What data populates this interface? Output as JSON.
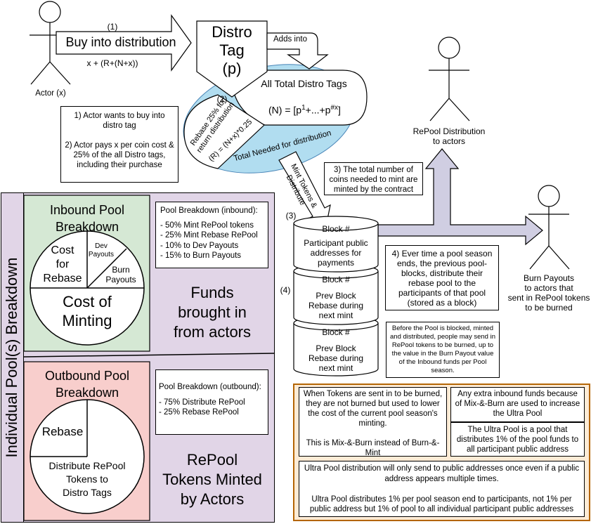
{
  "actor": {
    "label": "Actor (x)",
    "step1": "(1)",
    "buy_arrow_label": "Buy into distribution",
    "formula": "x + (R+(N+x))"
  },
  "distro_tag": {
    "title": "Distro\nTag\n(p)",
    "adds_into": "Adds into"
  },
  "total_tags": {
    "title": "All Total Distro Tags",
    "formula_prefix": "(N) = [p",
    "sup1": "1",
    "formula_mid": "+...+p",
    "sup2": "#x",
    "formula_suffix": "]"
  },
  "rebase": {
    "step2": "(2)",
    "label": "Rebase 25% for\nreturn distribution",
    "formula": "(R) = (N+x)*0.25",
    "total_needed": "Total Needed for distribution"
  },
  "note_steps_1_2": "1)  Actor wants to buy into distro tag\n\n2)  Actor pays x per coin cost & 25% of the all Distro tags, including their purchase",
  "mint_arrow_label": "Mint Tokens &\nDistribute",
  "note_step_3": "3)  The total number of coins needed to mint are minted by the contract",
  "blocks": {
    "step3": "(3)",
    "step4": "(4)",
    "items": [
      {
        "header": "Block #",
        "body": "Participant public addresses for payments"
      },
      {
        "header": "Block #",
        "body": "Prev Block Rebase during next mint"
      },
      {
        "header": "Block #",
        "body": "Prev Block Rebase during next mint"
      }
    ]
  },
  "repool_actor": "RePool Distribution\nto actors",
  "burn_actor": "Burn Payouts\nto actors that\nsent in RePool tokens\nto be burned",
  "note_step_4": "4) Ever time a pool season ends, the previous pool-blocks, distribute their rebase pool to the participants of that pool (stored as a block)",
  "note_burn": "Before the Pool is blocked, minted and distributed, people may send in RePool tokens to be burned, up to the value in the Burn Payout value of the Inbound funds per Pool season.",
  "side_label": "Individual Pool(s) Breakdown",
  "inbound": {
    "title": "Inbound Pool\nBreakdown",
    "pie_labels": {
      "rebase": "Cost\nfor\nRebase",
      "dev": "Dev\nPayouts",
      "burn": "Burn\nPayouts",
      "minting": "Cost of\nMinting"
    },
    "breakdown_title": "Pool Breakdown (inbound):",
    "breakdown_items": [
      "- 50% Mint RePool tokens",
      "- 25% Mint Rebase RePool",
      "- 10% to Dev Payouts",
      "- 15% to Burn Payouts"
    ],
    "caption": "Funds\nbrought in\nfrom actors"
  },
  "outbound": {
    "title": "Outbound Pool\nBreakdown",
    "pie_labels": {
      "rebase": "Rebase",
      "distribute": "Distribute RePool\nTokens to\nDistro Tags"
    },
    "breakdown_title": "Pool Breakdown (outbound):",
    "breakdown_items": [
      "- 75% Distribute RePool",
      "- 25% Rebase RePool"
    ],
    "caption": "RePool\nTokens Minted\nby Actors"
  },
  "ultra": {
    "burn_note": "When Tokens are sent in to be burned, they are not burned but used to lower the cost of the current pool season's minting.\n\nThis is Mix-&-Burn instead of Burn-&-Mint",
    "extra_funds": "Any extra inbound funds because of Mix-&-Burn are used to increase the Ultra Pool",
    "ultra_pool": "The Ultra Pool is a pool that distributes 1% of the pool funds to all participant public address",
    "distribution": "Ultra Pool distribution will only send to public addresses once even if a public address appears multiple times.\n\nUltra Pool distributes 1% per pool season end to participants, not 1% per public address but 1% of pool to all individual participant public addresses"
  },
  "colors": {
    "lavender": "#e1d5e7",
    "green": "#d5e8d4",
    "red": "#f8cecc",
    "orange_bg": "#fdebd5",
    "orange_border": "#b46504",
    "blue": "#b1ddf0",
    "arrow_fill": "#d0cee2"
  }
}
